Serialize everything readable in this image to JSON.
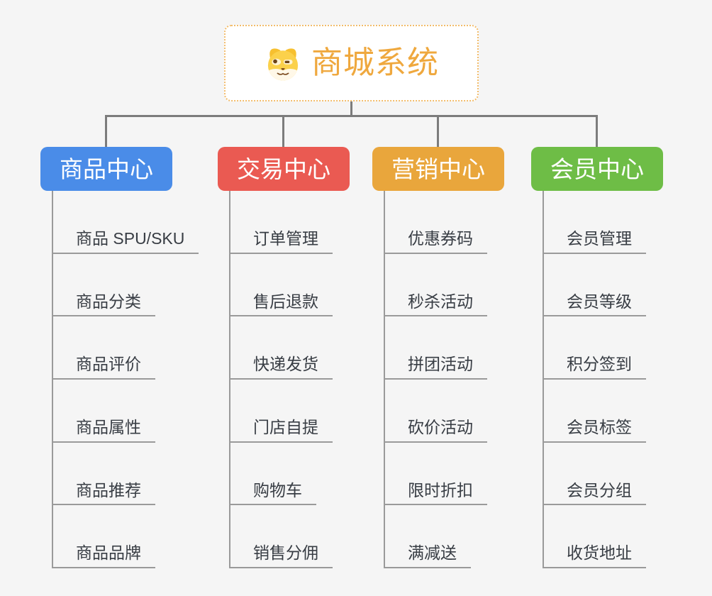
{
  "root": {
    "title": "商城系统",
    "icon": "shiba-dog-icon"
  },
  "colors": {
    "background": "#f5f5f5",
    "root_text": "#efa83e",
    "root_border": "#f2bc6b",
    "connector": "#7c7c7c",
    "leaf_line": "#9a9a9a",
    "leaf_text": "#383d44",
    "branch_blue": "#4a8ce8",
    "branch_red": "#ea5a52",
    "branch_orange": "#e9a63c",
    "branch_green": "#6ebd46"
  },
  "branches": [
    {
      "label": "商品中心",
      "color": "#4a8ce8",
      "items": [
        "商品 SPU/SKU",
        "商品分类",
        "商品评价",
        "商品属性",
        "商品推荐",
        "商品品牌"
      ]
    },
    {
      "label": "交易中心",
      "color": "#ea5a52",
      "items": [
        "订单管理",
        "售后退款",
        "快递发货",
        "门店自提",
        "购物车",
        "销售分佣"
      ]
    },
    {
      "label": "营销中心",
      "color": "#e9a63c",
      "items": [
        "优惠券码",
        "秒杀活动",
        "拼团活动",
        "砍价活动",
        "限时折扣",
        "满减送"
      ]
    },
    {
      "label": "会员中心",
      "color": "#6ebd46",
      "items": [
        "会员管理",
        "会员等级",
        "积分签到",
        "会员标签",
        "会员分组",
        "收货地址"
      ]
    }
  ]
}
